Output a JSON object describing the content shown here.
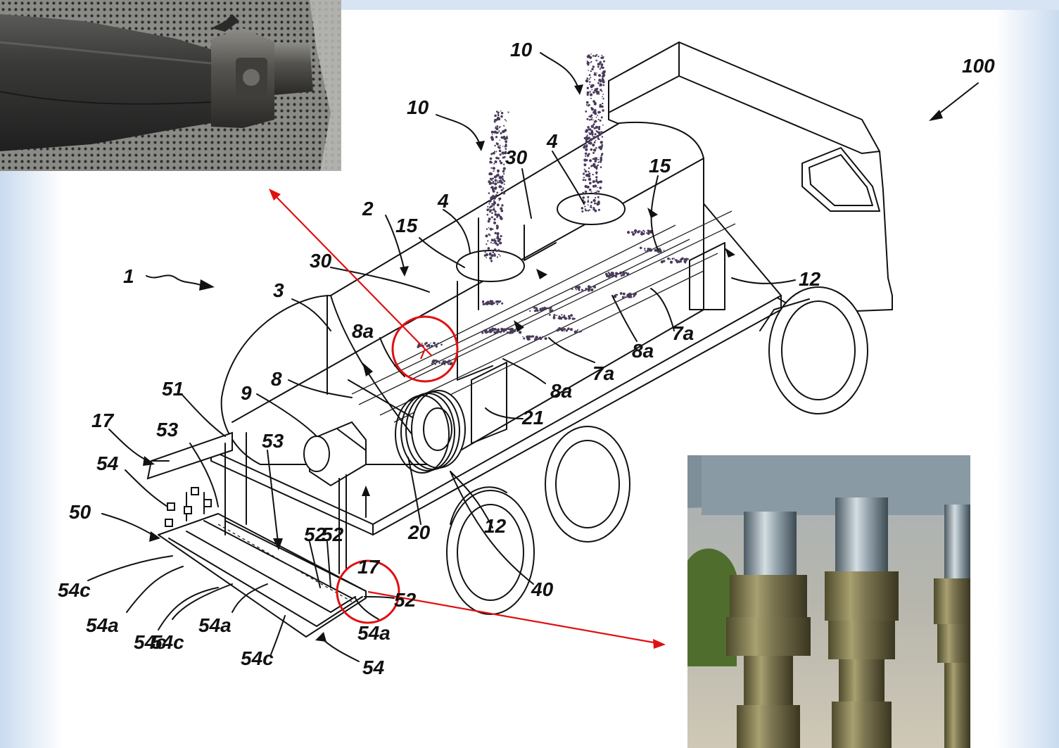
{
  "figure": {
    "labels": {
      "system": "1",
      "vehicle": "100",
      "tank": "2",
      "tank_wall": "3",
      "inlet_4a": "4",
      "inlet_4b": "4",
      "vent_15a": "15",
      "vent_15b": "15",
      "spray_10a": "10",
      "spray_10b": "10",
      "baffle_30a": "30",
      "baffle_30b": "30",
      "pipe_12a": "12",
      "pipe_12b": "12",
      "valve_7a_1": "7a",
      "valve_7a_2": "7a",
      "valve_8a_1": "8a",
      "valve_8a_2": "8a",
      "valve_8a_3": "8a",
      "manifold_8": "8",
      "pump_9": "9",
      "hose_20": "20",
      "reel_21": "21",
      "reel_40": "40",
      "frame_17a": "17",
      "frame_17b": "17",
      "bar_50": "50",
      "post_51": "51",
      "valve_53a": "53",
      "valve_53b": "53",
      "nozzle_52a": "52",
      "nozzle_52b": "52",
      "nozzle_52c": "52",
      "boom_54a": "54",
      "boom_54b": "54",
      "tube_54a_1": "54a",
      "tube_54a_2": "54a",
      "tube_54a_3": "54a",
      "tube_54c_1": "54c",
      "tube_54c_2": "54c",
      "tube_54c_3": "54c",
      "tube_54c_4": "54c"
    }
  },
  "colors": {
    "callout": "#e01010",
    "frame": "#dde8f5",
    "line": "#111111"
  },
  "photos": {
    "top_left": "nozzle-photo",
    "bottom_right": "fittings-photo"
  }
}
